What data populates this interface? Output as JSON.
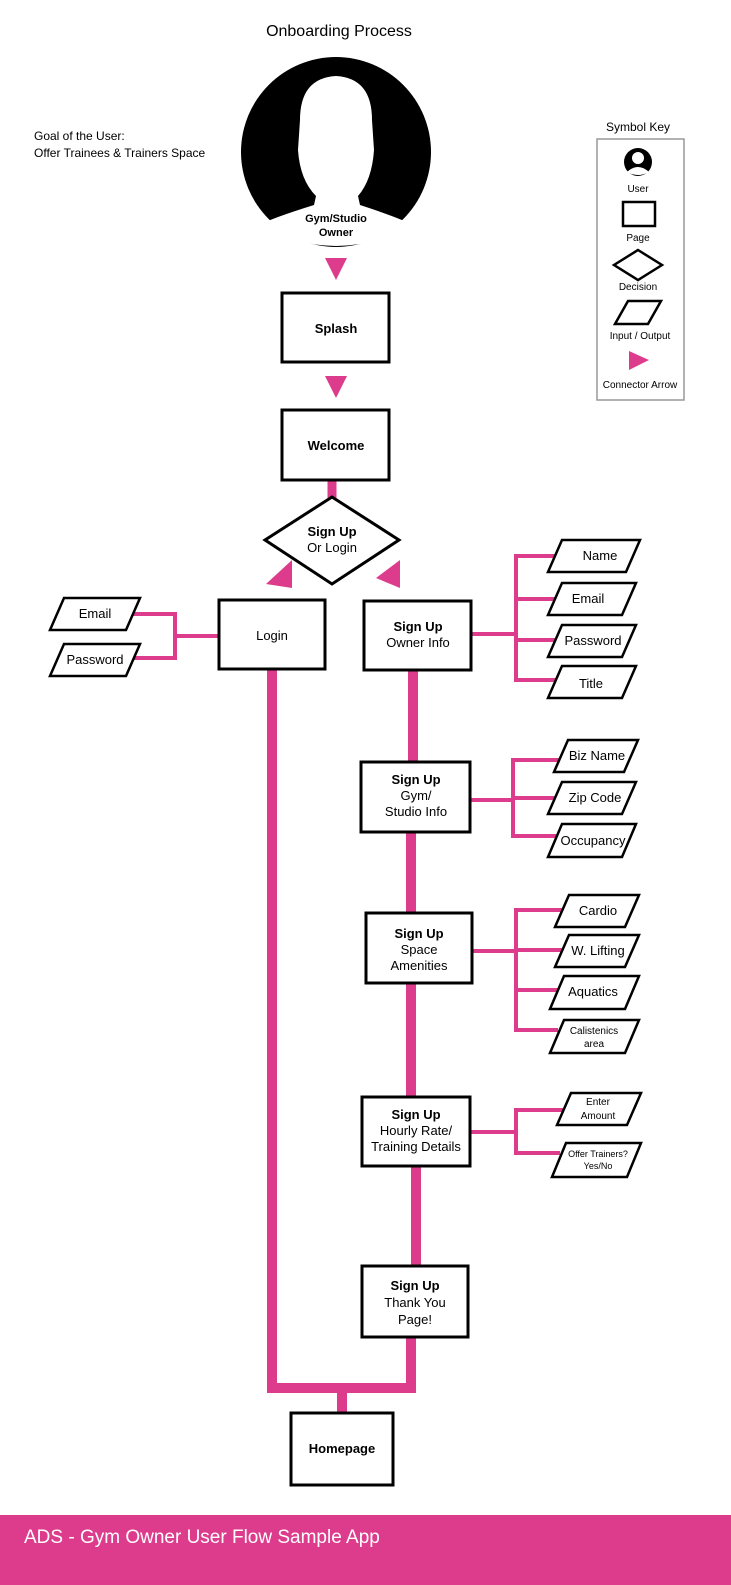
{
  "title": "Onboarding Process",
  "goal": {
    "line1": "Goal of the User:",
    "line2": "Offer Trainees & Trainers Space"
  },
  "user": {
    "line1": "Gym/Studio",
    "line2": "Owner"
  },
  "symbol_key": {
    "title": "Symbol Key",
    "items": [
      "User",
      "Page",
      "Decision",
      "Input / Output",
      "Connector Arrow"
    ]
  },
  "pages": {
    "splash": "Splash",
    "welcome": "Welcome",
    "decision": {
      "line1": "Sign Up",
      "line2": "Or Login"
    },
    "login": "Login",
    "owner_info": {
      "line1": "Sign Up",
      "line2": "Owner Info"
    },
    "gym_info": {
      "line1": "Sign Up",
      "line2": "Gym/",
      "line3": "Studio Info"
    },
    "amenities": {
      "line1": "Sign Up",
      "line2": "Space",
      "line3": "Amenities"
    },
    "rate": {
      "line1": "Sign Up",
      "line2": "Hourly Rate/",
      "line3": "Training Details"
    },
    "thanks": {
      "line1": "Sign Up",
      "line2": "Thank You",
      "line3": "Page!"
    },
    "homepage": "Homepage"
  },
  "inputs": {
    "login": [
      "Email",
      "Password"
    ],
    "owner": [
      "Name",
      "Email",
      "Password",
      "Title"
    ],
    "gym": [
      "Biz Name",
      "Zip Code",
      "Occupancy"
    ],
    "amenities": [
      "Cardio",
      "W. Lifting",
      "Aquatics",
      "Calistenics",
      "area"
    ],
    "rate": [
      "Enter",
      "Amount",
      "Offer Trainers?",
      "Yes/No"
    ]
  },
  "footer": "ADS - Gym Owner User Flow Sample App",
  "colors": {
    "accent": "#dd3c8d"
  }
}
